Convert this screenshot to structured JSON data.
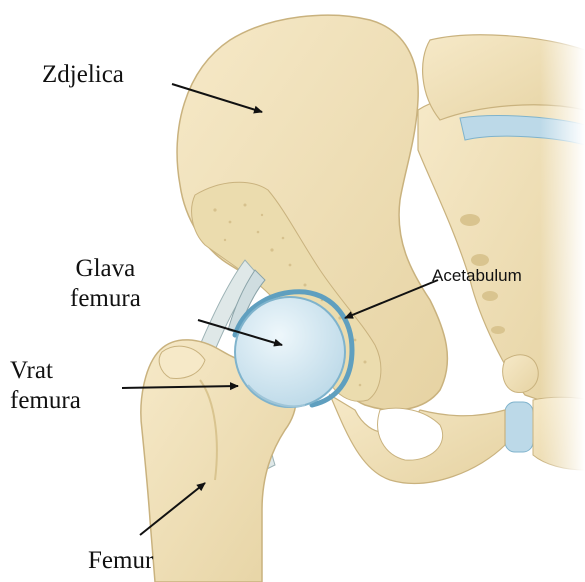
{
  "labels": {
    "pelvis": "Zdjelica",
    "femoral_head_line1": "Glava",
    "femoral_head_line2": "femura",
    "femoral_neck_line1": "Vrat",
    "femoral_neck_line2": "femura",
    "acetabulum": "Acetabulum",
    "femur": "Femur"
  },
  "colors": {
    "bone": "#f2e3bd",
    "bone_shade": "#e0cc9c",
    "bone_outline": "#c9b27e",
    "cartilage": "#d4e8f1",
    "cartilage_edge": "#7fb3cc",
    "cancellous": "#ebdcae",
    "arrow": "#111111"
  }
}
